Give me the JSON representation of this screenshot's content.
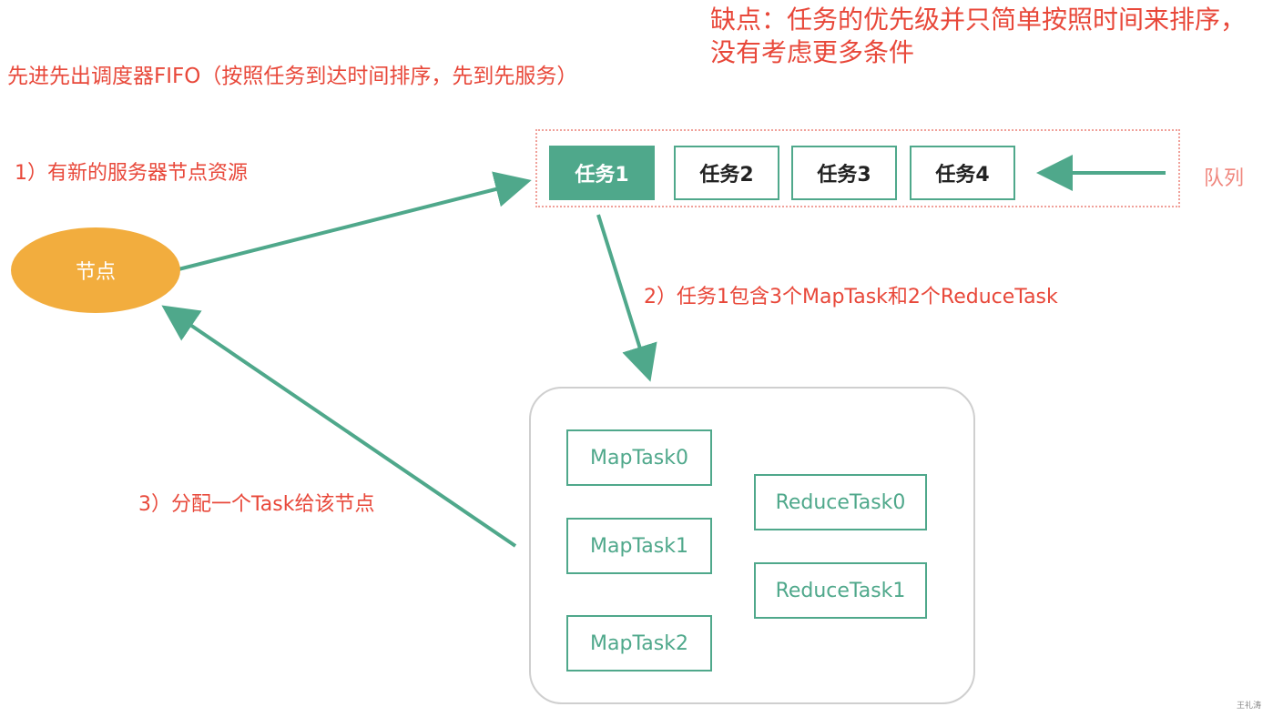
{
  "title": "先进先出调度器FIFO（按照任务到达时间排序，先到先服务）",
  "drawback": {
    "line1": "缺点：任务的优先级并只简单按照时间来排序，",
    "line2": "没有考虑更多条件"
  },
  "steps": {
    "step1": "1）有新的服务器节点资源",
    "step2": "2）任务1包含3个MapTask和2个ReduceTask",
    "step3": "3）分配一个Task给该节点"
  },
  "queue": {
    "label": "队列",
    "tasks": [
      "任务1",
      "任务2",
      "任务3",
      "任务4"
    ]
  },
  "node": {
    "label": "节点"
  },
  "subtasks": {
    "map": [
      "MapTask0",
      "MapTask1",
      "MapTask2"
    ],
    "reduce": [
      "ReduceTask0",
      "ReduceTask1"
    ]
  },
  "watermark": "王礼涛",
  "colors": {
    "accent_green": "#4fa88b",
    "text_red": "#e8483a",
    "node_orange": "#f2ad3e",
    "queue_label_pink": "#f0877e"
  }
}
